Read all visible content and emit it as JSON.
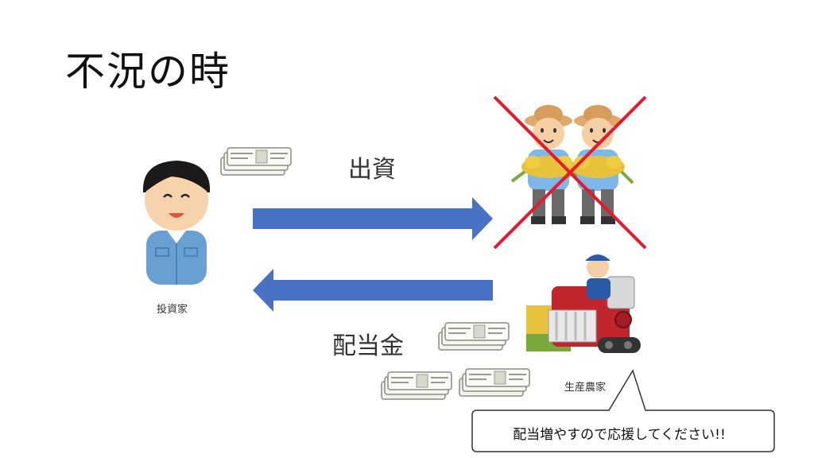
{
  "title": "不況の時",
  "labels": {
    "invest": "出資",
    "dividend": "配当金",
    "investor": "投資家",
    "farmer": "生産農家"
  },
  "speech_bubble": "配当増やすので応援してください!!",
  "colors": {
    "arrow": "#4a72c4",
    "cross": "#e8192c",
    "harvester": "#c0262c",
    "shirt": "#6a9fd4",
    "cash": "#f2f2ec"
  },
  "icons": [
    "investor-person-icon",
    "farmers-icon",
    "harvester-icon",
    "cash-stack-icon",
    "cross-icon"
  ]
}
